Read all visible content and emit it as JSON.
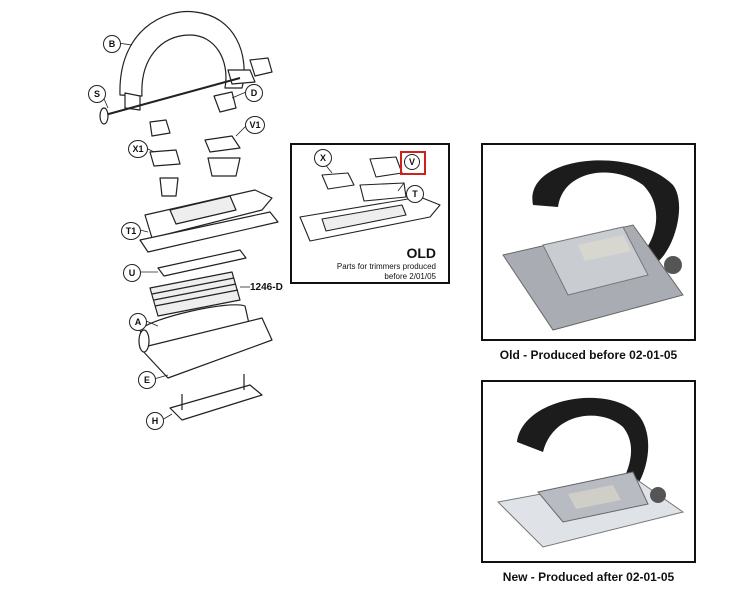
{
  "diagram": {
    "callouts": {
      "b": "B",
      "s": "S",
      "d": "D",
      "v1": "V1",
      "x1": "X1",
      "t1": "T1",
      "u": "U",
      "a": "A",
      "e": "E",
      "h": "H"
    },
    "part_number": "1246-D"
  },
  "inset": {
    "callouts": {
      "x": "X",
      "v": "V",
      "t": "T"
    },
    "title": "OLD",
    "note": "Parts for trimmers produced before 2/01/05",
    "highlight_color": "#d0201c"
  },
  "photos": [
    {
      "caption": "Old - Produced before 02-01-05"
    },
    {
      "caption": "New - Produced after 02-01-05"
    }
  ]
}
